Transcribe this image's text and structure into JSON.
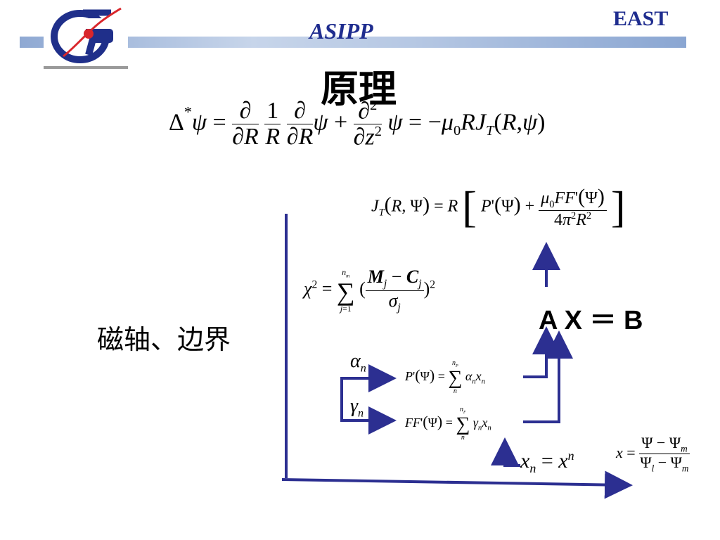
{
  "header": {
    "org": "ASIPP",
    "project": "EAST",
    "title": "原理"
  },
  "side_label": "磁轴、边界",
  "matrix_eq": "A X ＝ B",
  "greek": {
    "alpha": "α",
    "gamma": "γ",
    "subscript_n": "n"
  },
  "colors": {
    "arrow": "#2c2f91",
    "title": "#1f2d8f",
    "logo_blue": "#1f2f8a",
    "logo_red": "#d9262b",
    "header_bar": "#a9bde0"
  },
  "icons": [
    "asipp-logo-icon"
  ]
}
